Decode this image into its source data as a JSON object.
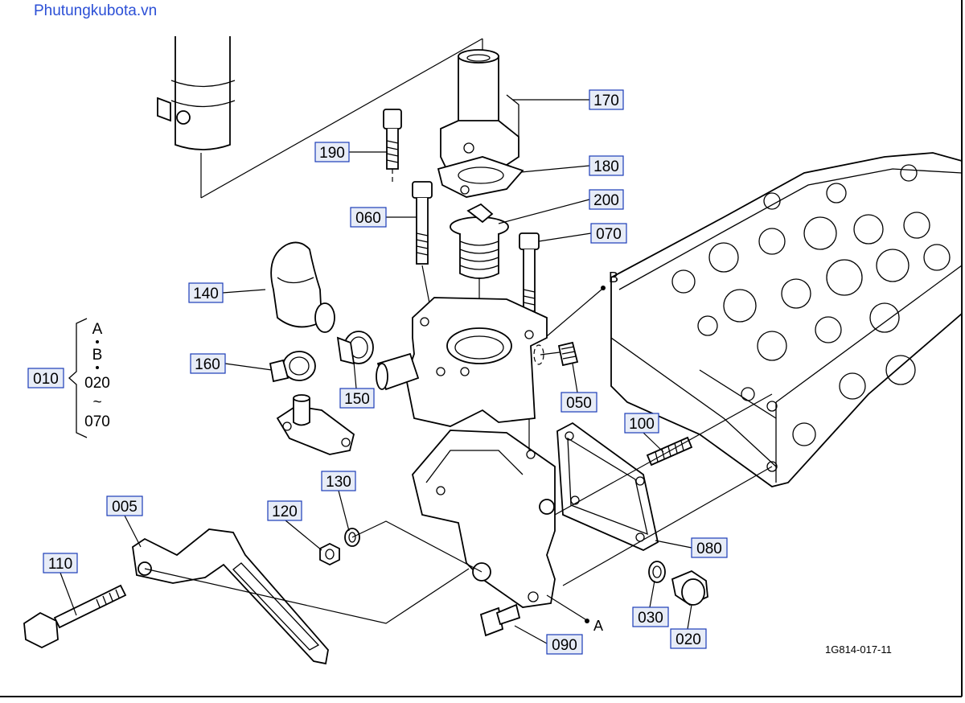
{
  "watermark": "Phutungkubota.vn",
  "drawing_code": "1G814-017-11",
  "group": {
    "number": "010",
    "items": [
      "A",
      "B",
      "020",
      "~",
      "070"
    ]
  },
  "refs": {
    "a": "A",
    "b": "B"
  },
  "part_labels": {
    "p170": "170",
    "p190": "190",
    "p180": "180",
    "p200": "200",
    "p060": "060",
    "p070": "070",
    "p140": "140",
    "p160": "160",
    "p150": "150",
    "p050": "050",
    "p100": "100",
    "p130": "130",
    "p120": "120",
    "p005": "005",
    "p110": "110",
    "p080": "080",
    "p030": "030",
    "p020": "020",
    "p090": "090"
  }
}
